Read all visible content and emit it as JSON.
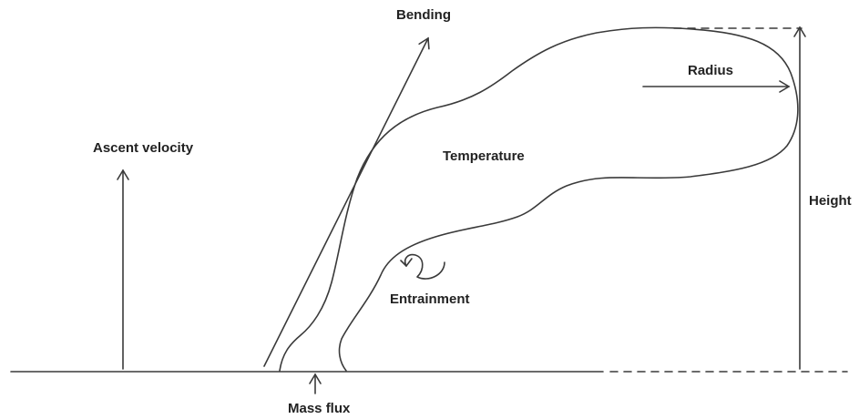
{
  "labels": {
    "bending": "Bending",
    "radius": "Radius",
    "ascent_velocity": "Ascent velocity",
    "temperature": "Temperature",
    "height": "Height",
    "entrainment": "Entrainment",
    "mass_flux": "Mass flux"
  }
}
